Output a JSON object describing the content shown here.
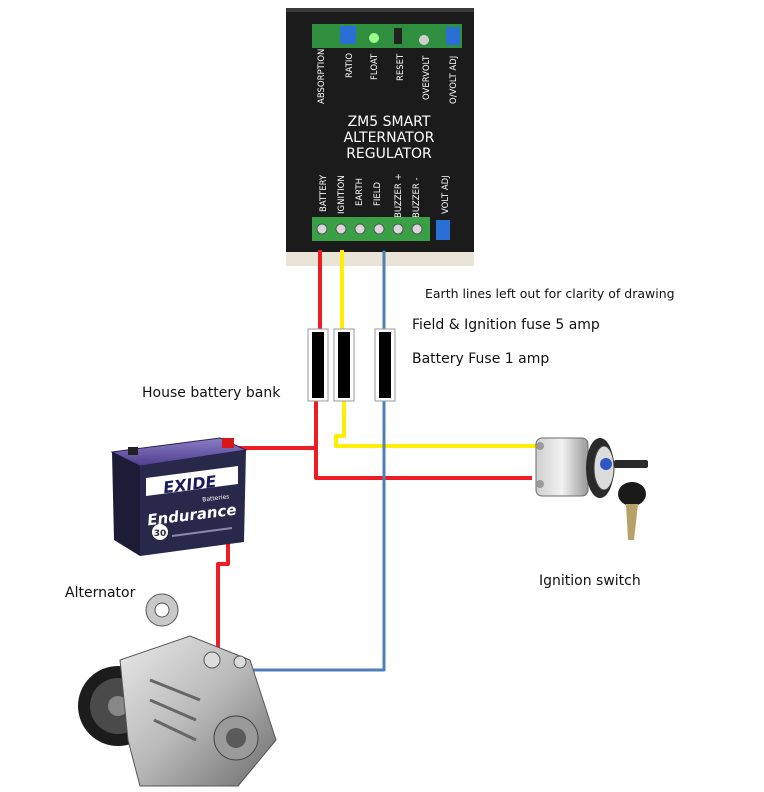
{
  "regulator": {
    "title_line1": "ZM5 SMART",
    "title_line2": "ALTERNATOR",
    "title_line3": "REGULATOR",
    "top_labels": [
      "ABSORPTION",
      "RATIO",
      "FLOAT",
      "RESET",
      "OVERVOLT",
      "O/VOLT ADJ"
    ],
    "bottom_labels": [
      "BATTERY",
      "IGNITION",
      "EARTH",
      "FIELD",
      "BUZZER +",
      "BUZZER -",
      "VOLT ADJ"
    ]
  },
  "notes": {
    "earth": "Earth lines left out for clarity of drawing",
    "field_fuse": "Field & Ignition fuse 5 amp",
    "battery_fuse": "Battery Fuse 1 amp"
  },
  "labels": {
    "battery": "House battery bank",
    "alternator": "Alternator",
    "ignition": "Ignition switch"
  },
  "battery_brand": {
    "brand": "EXIDE",
    "sub": "Batteries",
    "model": "Endurance",
    "badge": "30"
  },
  "colors": {
    "red_wire": "#ee1c25",
    "yellow_wire": "#ffee00",
    "blue_wire": "#4f7fb6",
    "regulator_body": "#1b1b1b",
    "battery_body": "#28284a",
    "battery_lid": "#6a5aa8"
  }
}
